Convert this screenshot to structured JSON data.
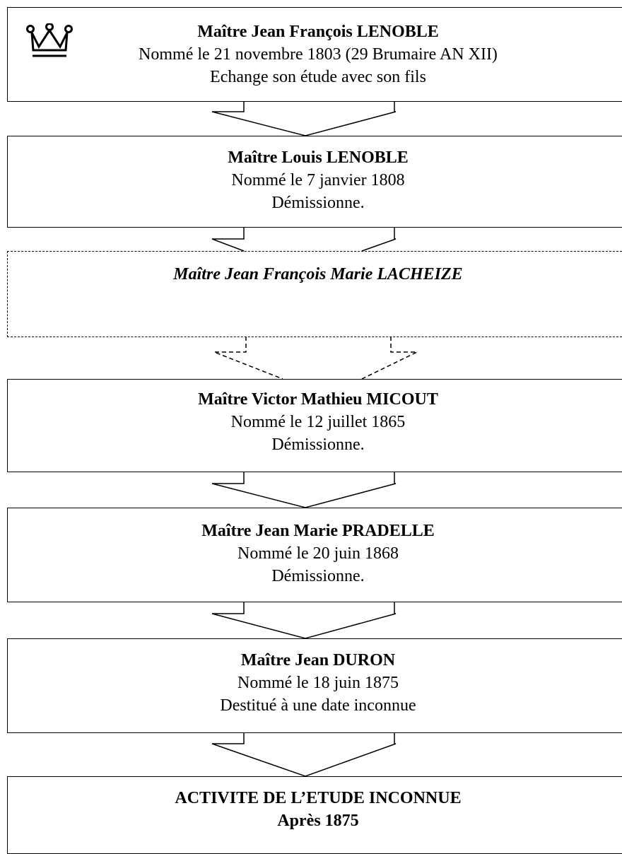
{
  "notaries": [
    {
      "name": "Maître Jean François LENOBLE",
      "line1": "Nommé le 21 novembre 1803 (29 Brumaire AN XII)",
      "line2": "Echange son étude avec son fils"
    },
    {
      "name": "Maître Louis  LENOBLE",
      "line1": "Nommé le 7 janvier 1808",
      "line2": "Démissionne."
    },
    {
      "name": "Maître Jean François Marie  LACHEIZE"
    },
    {
      "name": "Maître Victor Mathieu MICOUT",
      "line1": "Nommé le 12 juillet 1865",
      "line2": "Démissionne."
    },
    {
      "name": "Maître Jean Marie PRADELLE",
      "line1": "Nommé le 20 juin 1868",
      "line2": "Démissionne."
    },
    {
      "name": "Maître Jean DURON",
      "line1": "Nommé le 18 juin 1875",
      "line2": "Destitué à une date inconnue"
    }
  ],
  "final": {
    "title": "ACTIVITE DE L’ETUDE INCONNUE",
    "subtitle": "Après 1875"
  },
  "icons": {
    "crown": "crown-icon"
  }
}
